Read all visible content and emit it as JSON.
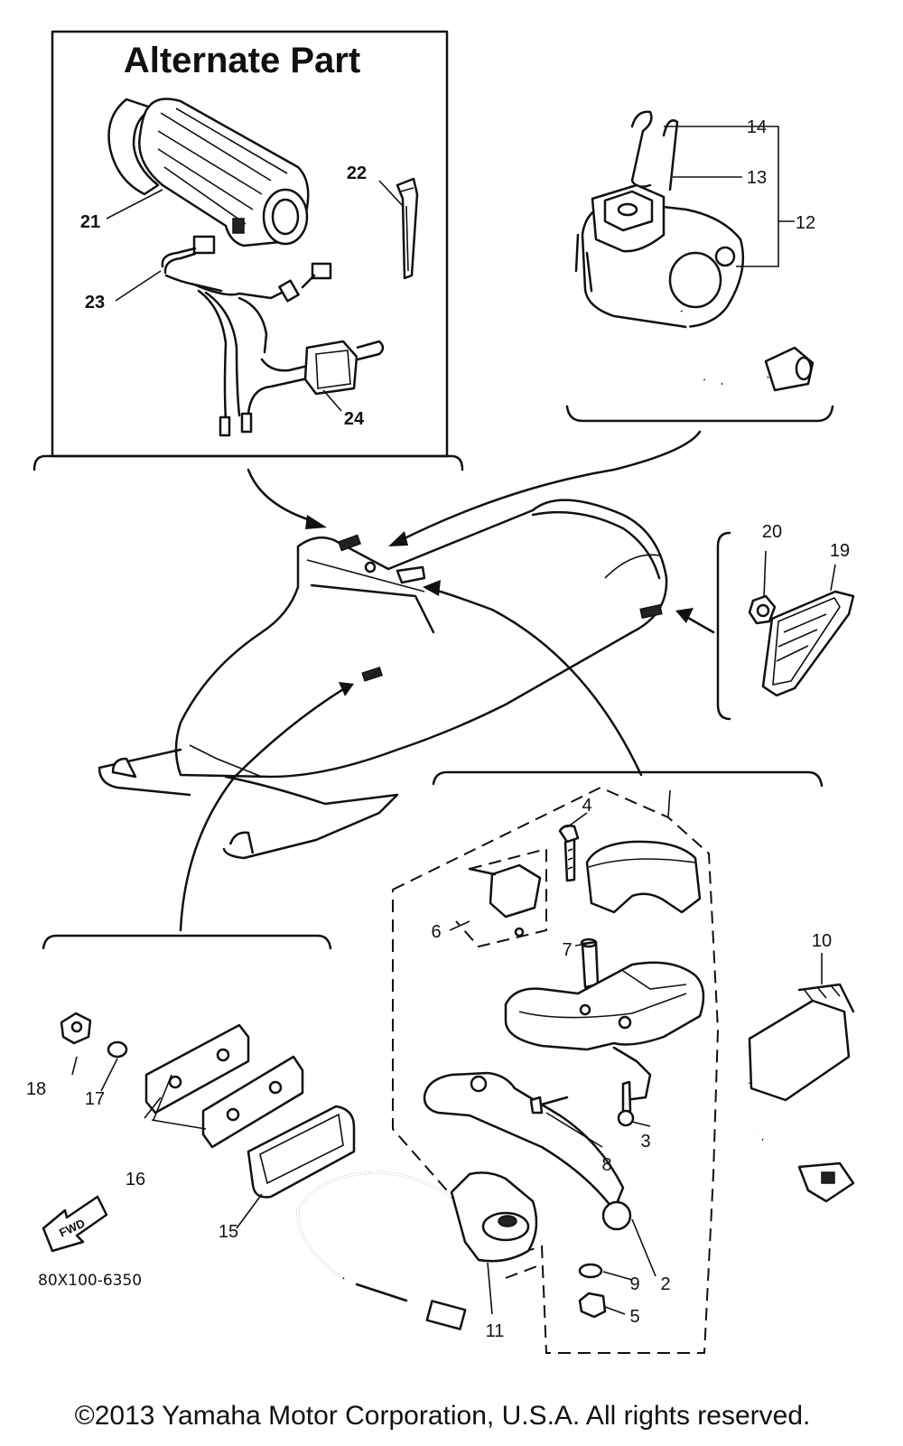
{
  "inset": {
    "title": "Alternate Part"
  },
  "callouts": {
    "c2": "2",
    "c3": "3",
    "c4": "4",
    "c5": "5",
    "c6": "6",
    "c7": "7",
    "c8": "8",
    "c9": "9",
    "c10": "10",
    "c11": "11",
    "c12": "12",
    "c13": "13",
    "c14": "14",
    "c15": "15",
    "c16": "16",
    "c17": "17",
    "c18": "18",
    "c19": "19",
    "c20": "20",
    "c21": "21",
    "c22": "22",
    "c23": "23",
    "c24": "24"
  },
  "fwd_label": "FWD",
  "diagram_code": "80X100-6350",
  "copyright": "©2013 Yamaha Motor Corporation, U.S.A. All rights reserved."
}
